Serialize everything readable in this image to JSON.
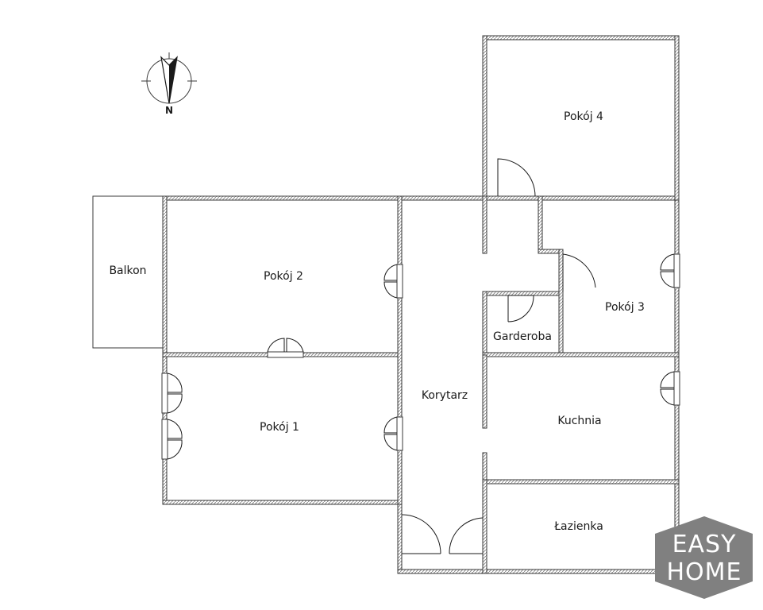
{
  "compass": {
    "label": "N"
  },
  "rooms": {
    "balkon": "Balkon",
    "pokoj1": "Pokój 1",
    "pokoj2": "Pokój 2",
    "pokoj3": "Pokój 3",
    "pokoj4": "Pokój 4",
    "garderoba": "Garderoba",
    "korytarz": "Korytarz",
    "kuchnia": "Kuchnia",
    "lazienka": "Łazienka"
  },
  "logo": {
    "line1": "EASY",
    "line2": "HOME",
    "bg_color": "#808080"
  },
  "colors": {
    "wall": "#3a3a3a",
    "wall_hatch": "#9a9a9a"
  }
}
